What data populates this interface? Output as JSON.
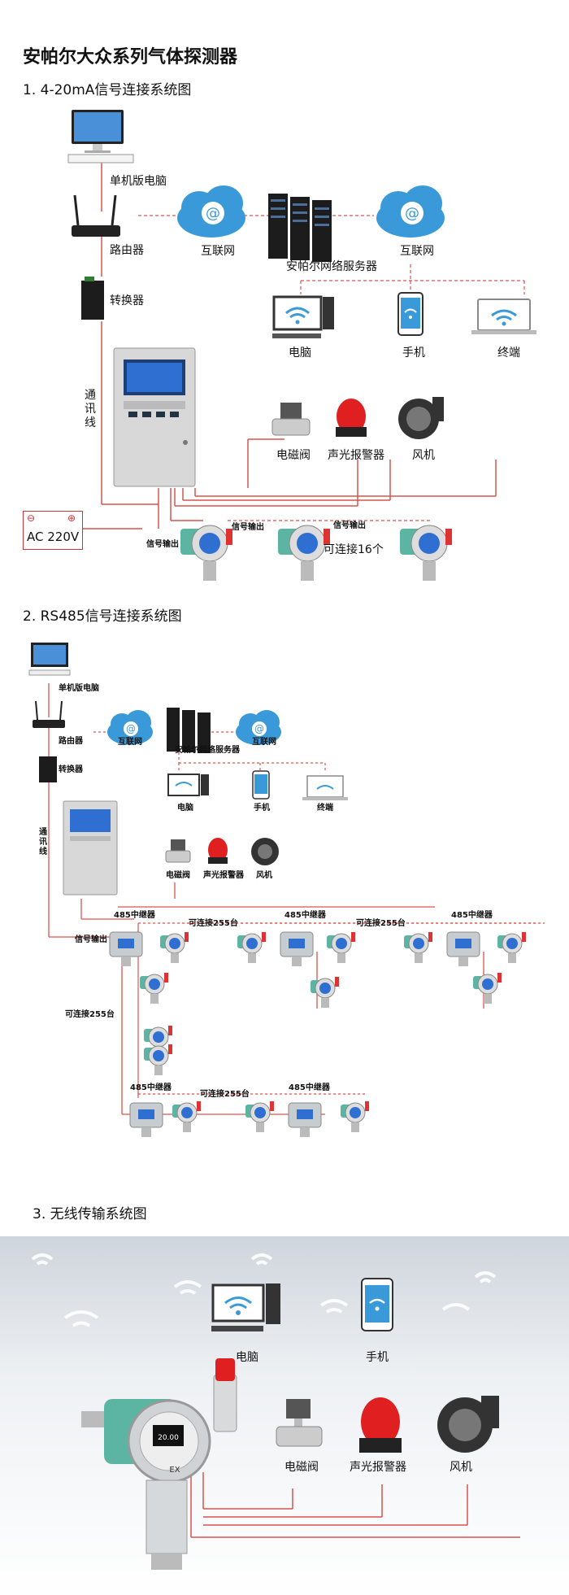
{
  "title": "安帕尔大众系列气体探测器",
  "section1": {
    "heading": "1. 4-20mA信号连接系统图",
    "pc": "单机版电脑",
    "router": "路由器",
    "internet1": "互联网",
    "server": "安帕尔网络服务器",
    "internet2": "互联网",
    "converter": "转换器",
    "computer": "电脑",
    "phone": "手机",
    "terminal": "终端",
    "comm_line": "通讯线",
    "valve": "电磁阀",
    "alarm": "声光报警器",
    "fan": "风机",
    "power": "AC 220V",
    "signal_out": "信号输出",
    "connect16": "可连接16个"
  },
  "section2": {
    "heading": "2. RS485信号连接系统图",
    "pc": "单机版电脑",
    "router": "路由器",
    "internet1": "互联网",
    "server": "安帕尔网络服务器",
    "internet2": "互联网",
    "converter": "转换器",
    "computer": "电脑",
    "phone": "手机",
    "terminal": "终端",
    "comm_line": "通讯线",
    "valve": "电磁阀",
    "alarm": "声光报警器",
    "fan": "风机",
    "repeater": "485中继器",
    "connect255": "可连接255台",
    "signal_out": "信号输出"
  },
  "section3": {
    "heading": "3. 无线传输系统图",
    "computer": "电脑",
    "phone": "手机",
    "valve": "电磁阀",
    "alarm": "声光报警器",
    "fan": "风机",
    "screen_value": "20.00",
    "ex_mark": "EX"
  },
  "colors": {
    "line": "#d9534f",
    "cloud": "#3a9ad9",
    "detector": "#5bb5a2"
  }
}
